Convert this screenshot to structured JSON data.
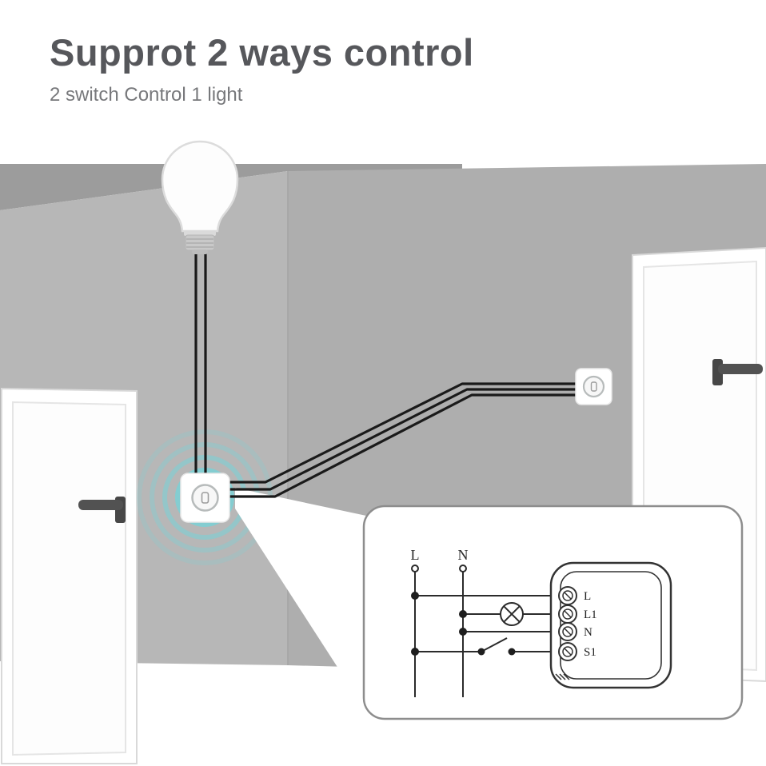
{
  "header": {
    "title": "Supprot 2 ways control",
    "subtitle": "2 switch Control 1 light"
  },
  "wiring_diagram": {
    "live_label": "L",
    "neutral_label": "N",
    "terminals": [
      "L",
      "L1",
      "N",
      "S1"
    ]
  },
  "colors": {
    "title_text": "#56575b",
    "subtitle_text": "#77787b",
    "wall_light": "#b7b7b7",
    "wall_medium": "#aeaeae",
    "wall_dark_band": "#9c9c9c",
    "signal_accent": "#7ecfd4",
    "wire": "#1a1a1a"
  }
}
